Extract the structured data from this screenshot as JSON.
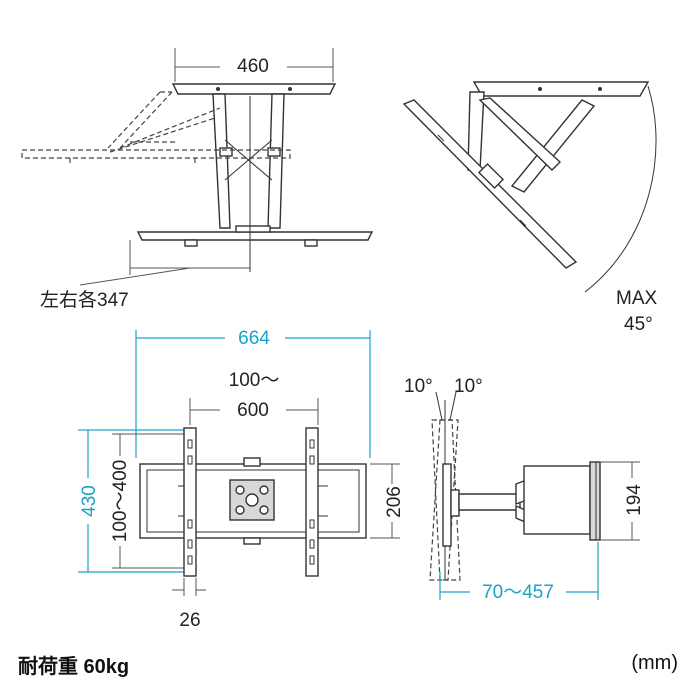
{
  "top_view": {
    "width_label": "460",
    "swing_label": "左右各347"
  },
  "angle_view": {
    "max_label": "MAX",
    "angle_label": "45°"
  },
  "front_view": {
    "outer_width_label": "664",
    "pitch_range_top": "100～",
    "pitch_range_bottom": "600",
    "outer_height_label": "430",
    "vertical_pitch_label": "100～400",
    "plate_height_label": "206",
    "rail_width_label": "26"
  },
  "side_view": {
    "tilt_left_label": "10°",
    "tilt_right_label": "10°",
    "depth_label": "70～457",
    "bracket_height_label": "194"
  },
  "footer": {
    "load_label": "耐荷重 60kg",
    "unit_label": "(mm)"
  }
}
